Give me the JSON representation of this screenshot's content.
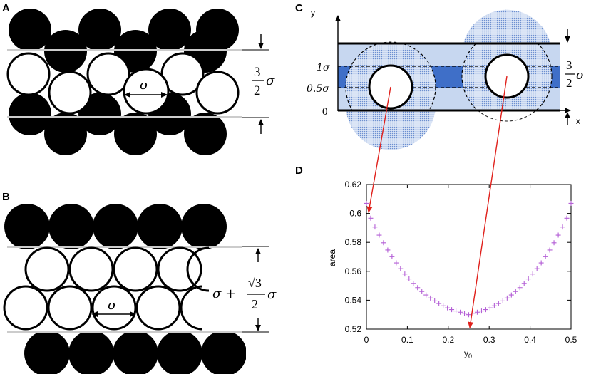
{
  "panels": {
    "a": {
      "label": "A",
      "sigma": "σ",
      "gap_num": "3",
      "gap_den": "2",
      "gap_sym": "σ"
    },
    "b": {
      "label": "B",
      "sigma": "σ",
      "gap_prefix": "σ +",
      "gap_num": "√3",
      "gap_den": "2",
      "gap_sym": "σ"
    },
    "c": {
      "label": "C",
      "y_axis": "y",
      "x_axis": "x",
      "ticks": [
        "1σ",
        "0.5σ",
        "0"
      ],
      "gap_num": "3",
      "gap_den": "2",
      "gap_sym": "σ",
      "band_color": "#3f6fc8",
      "pore_color": "#c7d7f0"
    },
    "d": {
      "label": "D",
      "marker_color": "#b45fd6",
      "arrow_color": "#e0201b"
    }
  },
  "chart_data": {
    "type": "scatter",
    "xlabel": "y0",
    "xlabel_base": "y",
    "xlabel_sub": "0",
    "ylabel": "area",
    "xlim": [
      0,
      0.5
    ],
    "ylim": [
      0.52,
      0.62
    ],
    "xticks": [
      "0",
      "0.1",
      "0.2",
      "0.3",
      "0.4",
      "0.5"
    ],
    "yticks": [
      "0.52",
      "0.54",
      "0.56",
      "0.58",
      "0.6",
      "0.62"
    ],
    "grid": false,
    "marker": "+",
    "x": [
      0.0,
      0.0104,
      0.0208,
      0.0313,
      0.0417,
      0.0521,
      0.0625,
      0.0729,
      0.0833,
      0.0938,
      0.1042,
      0.1146,
      0.125,
      0.1354,
      0.1458,
      0.1563,
      0.1667,
      0.1771,
      0.1875,
      0.1979,
      0.2083,
      0.2188,
      0.2292,
      0.2396,
      0.25,
      0.2604,
      0.2708,
      0.2813,
      0.2917,
      0.3021,
      0.3125,
      0.3229,
      0.3333,
      0.3438,
      0.3542,
      0.3646,
      0.375,
      0.3854,
      0.3958,
      0.4063,
      0.4167,
      0.4271,
      0.4375,
      0.4479,
      0.4583,
      0.4688,
      0.4792,
      0.4896,
      0.5
    ],
    "y": [
      0.607,
      0.5967,
      0.5906,
      0.585,
      0.5797,
      0.5747,
      0.5701,
      0.5658,
      0.5618,
      0.5581,
      0.5547,
      0.5516,
      0.5487,
      0.546,
      0.5436,
      0.5415,
      0.5395,
      0.5377,
      0.5361,
      0.5347,
      0.5335,
      0.5325,
      0.5317,
      0.531,
      0.53,
      0.531,
      0.5317,
      0.5325,
      0.5335,
      0.5347,
      0.5361,
      0.5377,
      0.5395,
      0.5415,
      0.5436,
      0.546,
      0.5487,
      0.5516,
      0.5547,
      0.5581,
      0.5618,
      0.5658,
      0.5701,
      0.5747,
      0.5797,
      0.585,
      0.5906,
      0.5967,
      0.607
    ]
  }
}
